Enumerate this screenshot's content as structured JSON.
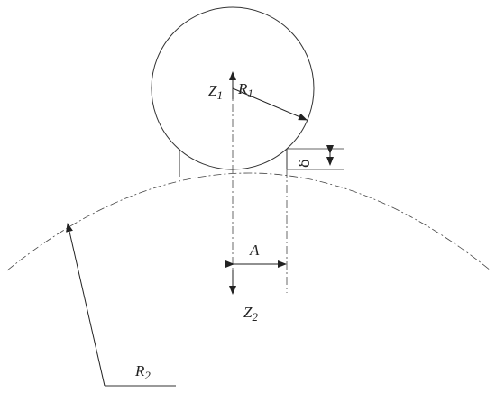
{
  "labels": {
    "z1": {
      "main": "Z",
      "sub": "1"
    },
    "r1": {
      "main": "R",
      "sub": "1"
    },
    "delta": "δ",
    "a": "A",
    "z2": {
      "main": "Z",
      "sub": "2"
    },
    "r2": {
      "main": "R",
      "sub": "2"
    }
  },
  "colors": {
    "stroke": "#333333",
    "text": "#222222"
  }
}
